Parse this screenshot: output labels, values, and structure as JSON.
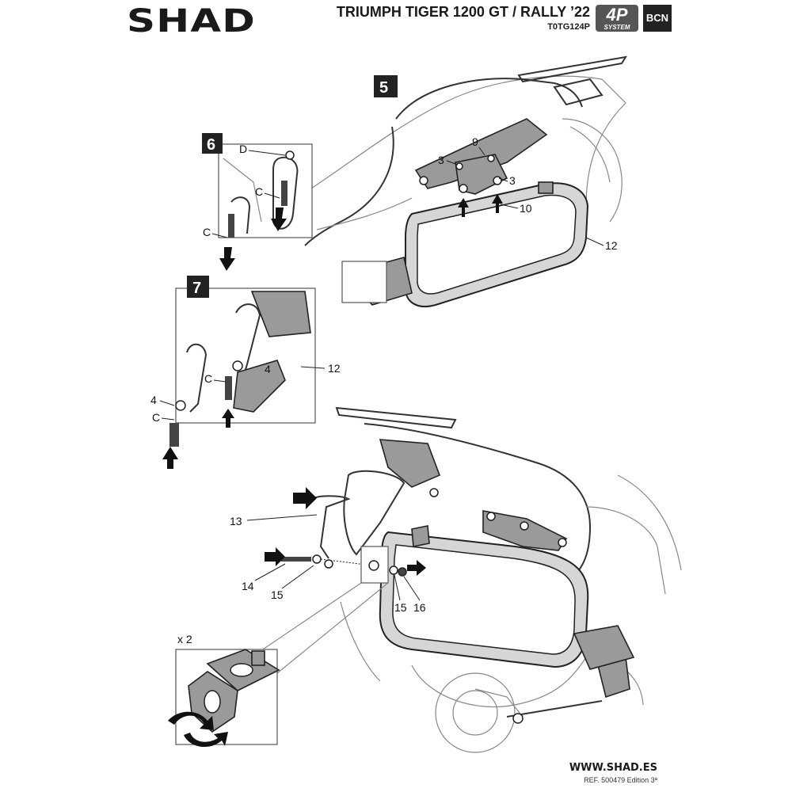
{
  "header": {
    "brand": "SHAD",
    "model": "TRIUMPH TIGER 1200 GT / RALLY ’22",
    "reference": "T0TG124P",
    "badge_system": "4P",
    "badge_system_sub": "SYSTEM",
    "badge_city": "BCN"
  },
  "steps": {
    "s5": "5",
    "s6": "6",
    "s7": "7"
  },
  "labels": {
    "c": "C",
    "d": "D",
    "n3": "3",
    "n4": "4",
    "n9": "9",
    "n10": "10",
    "n12": "12",
    "n13": "13",
    "n14": "14",
    "n15": "15",
    "n16": "16",
    "x2": "x 2"
  },
  "footer": {
    "website": "WWW.SHAD.ES",
    "edition": "REF. 500479 Edition 3ª"
  }
}
